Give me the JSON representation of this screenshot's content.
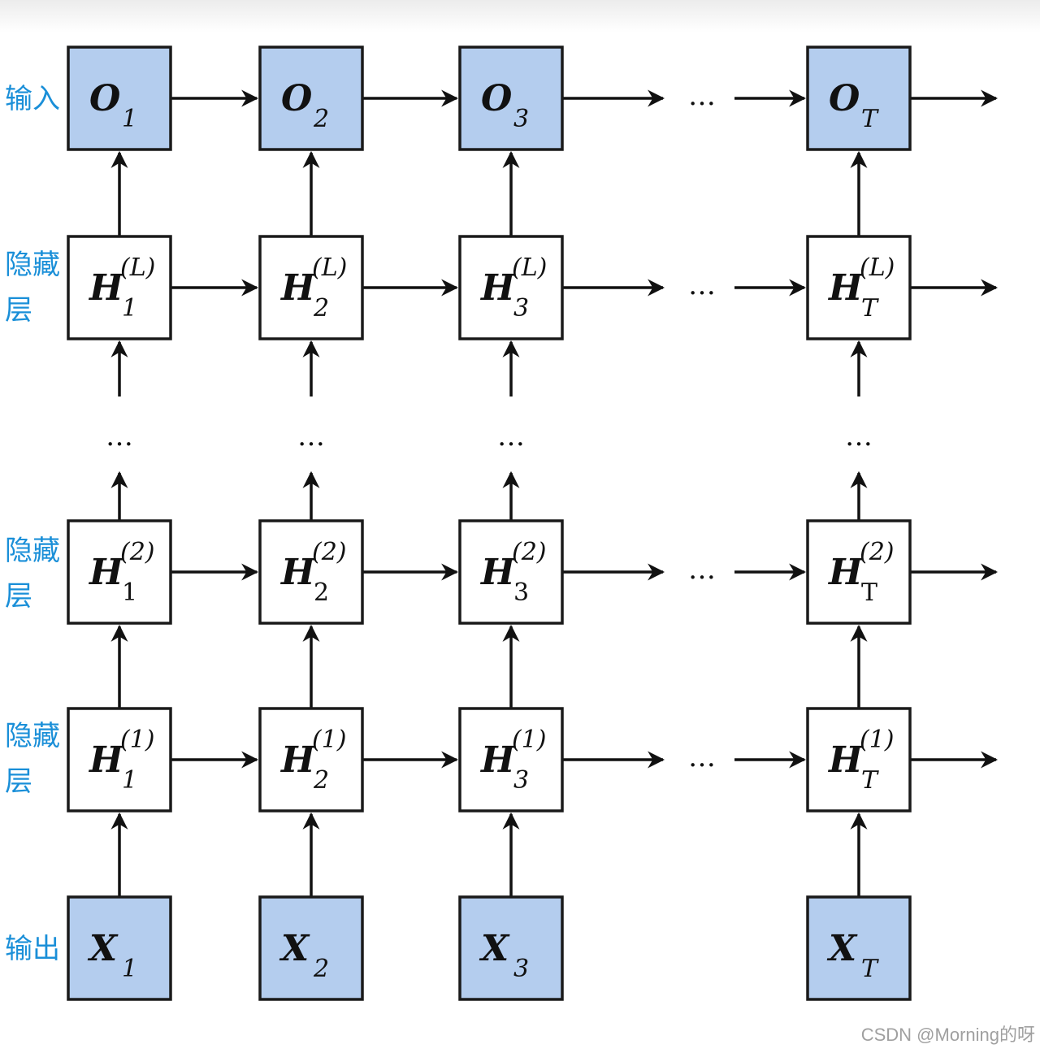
{
  "side_labels": {
    "output_row": "输入",
    "hidden_top": "隐藏\n层",
    "hidden_2": "隐藏\n层",
    "hidden_1": "隐藏\n层",
    "input_row": "输出"
  },
  "ellipsis": "…",
  "columns": [
    "1",
    "2",
    "3",
    "T"
  ],
  "rows": {
    "output": {
      "symbol": "O",
      "superscript": "",
      "subscripts": [
        "1",
        "2",
        "3",
        "T"
      ],
      "fill": "#b4cdee"
    },
    "hidden_top": {
      "symbol": "H",
      "superscript": "(L)",
      "subscripts": [
        "1",
        "2",
        "3",
        "T"
      ],
      "fill": "#ffffff"
    },
    "hidden_2": {
      "symbol": "H",
      "superscript": "(2)",
      "subscripts": [
        "1",
        "2",
        "3",
        "T"
      ],
      "fill": "#ffffff"
    },
    "hidden_1": {
      "symbol": "H",
      "superscript": "(1)",
      "subscripts": [
        "1",
        "2",
        "3",
        "T"
      ],
      "fill": "#ffffff"
    },
    "input": {
      "symbol": "X",
      "superscript": "",
      "subscripts": [
        "1",
        "2",
        "3",
        "T"
      ],
      "fill": "#b4cdee"
    }
  },
  "watermark": "CSDN @Morning的呀",
  "colors": {
    "label": "#1a8fd8",
    "io_fill": "#b4cdee",
    "line": "#111111"
  }
}
